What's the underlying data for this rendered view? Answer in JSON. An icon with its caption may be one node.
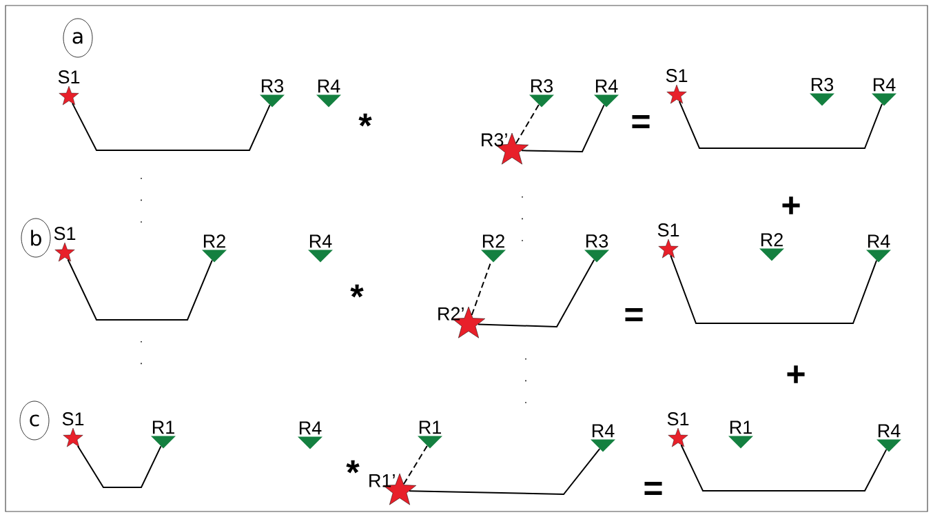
{
  "diagram": {
    "nodes": [
      {
        "text": [
          "a"
        ]
      },
      {
        "text": [
          "S1"
        ]
      },
      {
        "text": [
          "R3"
        ]
      },
      {
        "text": [
          "R4"
        ]
      },
      {
        "text": [
          "R3"
        ]
      },
      {
        "text": [
          "R4"
        ]
      },
      {
        "text": [
          "R3’"
        ]
      },
      {
        "text": [
          "S1"
        ]
      },
      {
        "text": [
          "R3"
        ]
      },
      {
        "text": [
          "R4"
        ]
      },
      {
        "text": [
          "b"
        ]
      },
      {
        "text": [
          "S1"
        ]
      },
      {
        "text": [
          "R2"
        ]
      },
      {
        "text": [
          "R4"
        ]
      },
      {
        "text": [
          "R2"
        ]
      },
      {
        "text": [
          "R3"
        ]
      },
      {
        "text": [
          "R2’"
        ]
      },
      {
        "text": [
          "S1"
        ]
      },
      {
        "text": [
          "R2"
        ]
      },
      {
        "text": [
          "R4"
        ]
      },
      {
        "text": [
          "c"
        ]
      },
      {
        "text": [
          "S1"
        ]
      },
      {
        "text": [
          "R1"
        ]
      },
      {
        "text": [
          "R4"
        ]
      },
      {
        "text": [
          "R1"
        ]
      },
      {
        "text": [
          "R4"
        ]
      },
      {
        "text": [
          "R1’"
        ]
      },
      {
        "text": [
          "S1"
        ]
      },
      {
        "text": [
          "R1"
        ]
      },
      {
        "text": [
          "R4"
        ]
      }
    ],
    "edges": [
      {
        "from": 1,
        "to": 2,
        "arrow": "none"
      },
      {
        "from": 6,
        "to": 4,
        "arrow": "none",
        "style": "dashed"
      },
      {
        "from": 6,
        "to": 5,
        "arrow": "none"
      },
      {
        "from": 7,
        "to": 9,
        "arrow": "none"
      },
      {
        "from": 11,
        "to": 12,
        "arrow": "none"
      },
      {
        "from": 16,
        "to": 14,
        "arrow": "none",
        "style": "dashed"
      },
      {
        "from": 16,
        "to": 15,
        "arrow": "none"
      },
      {
        "from": 17,
        "to": 19,
        "arrow": "none"
      },
      {
        "from": 21,
        "to": 22,
        "arrow": "none"
      },
      {
        "from": 26,
        "to": 24,
        "arrow": "none",
        "style": "dashed"
      },
      {
        "from": 26,
        "to": 25,
        "arrow": "none"
      },
      {
        "from": 27,
        "to": 29,
        "arrow": "none"
      }
    ],
    "labels": [
      "*",
      "=",
      "+",
      "*",
      "=",
      "+",
      "*",
      "="
    ]
  }
}
